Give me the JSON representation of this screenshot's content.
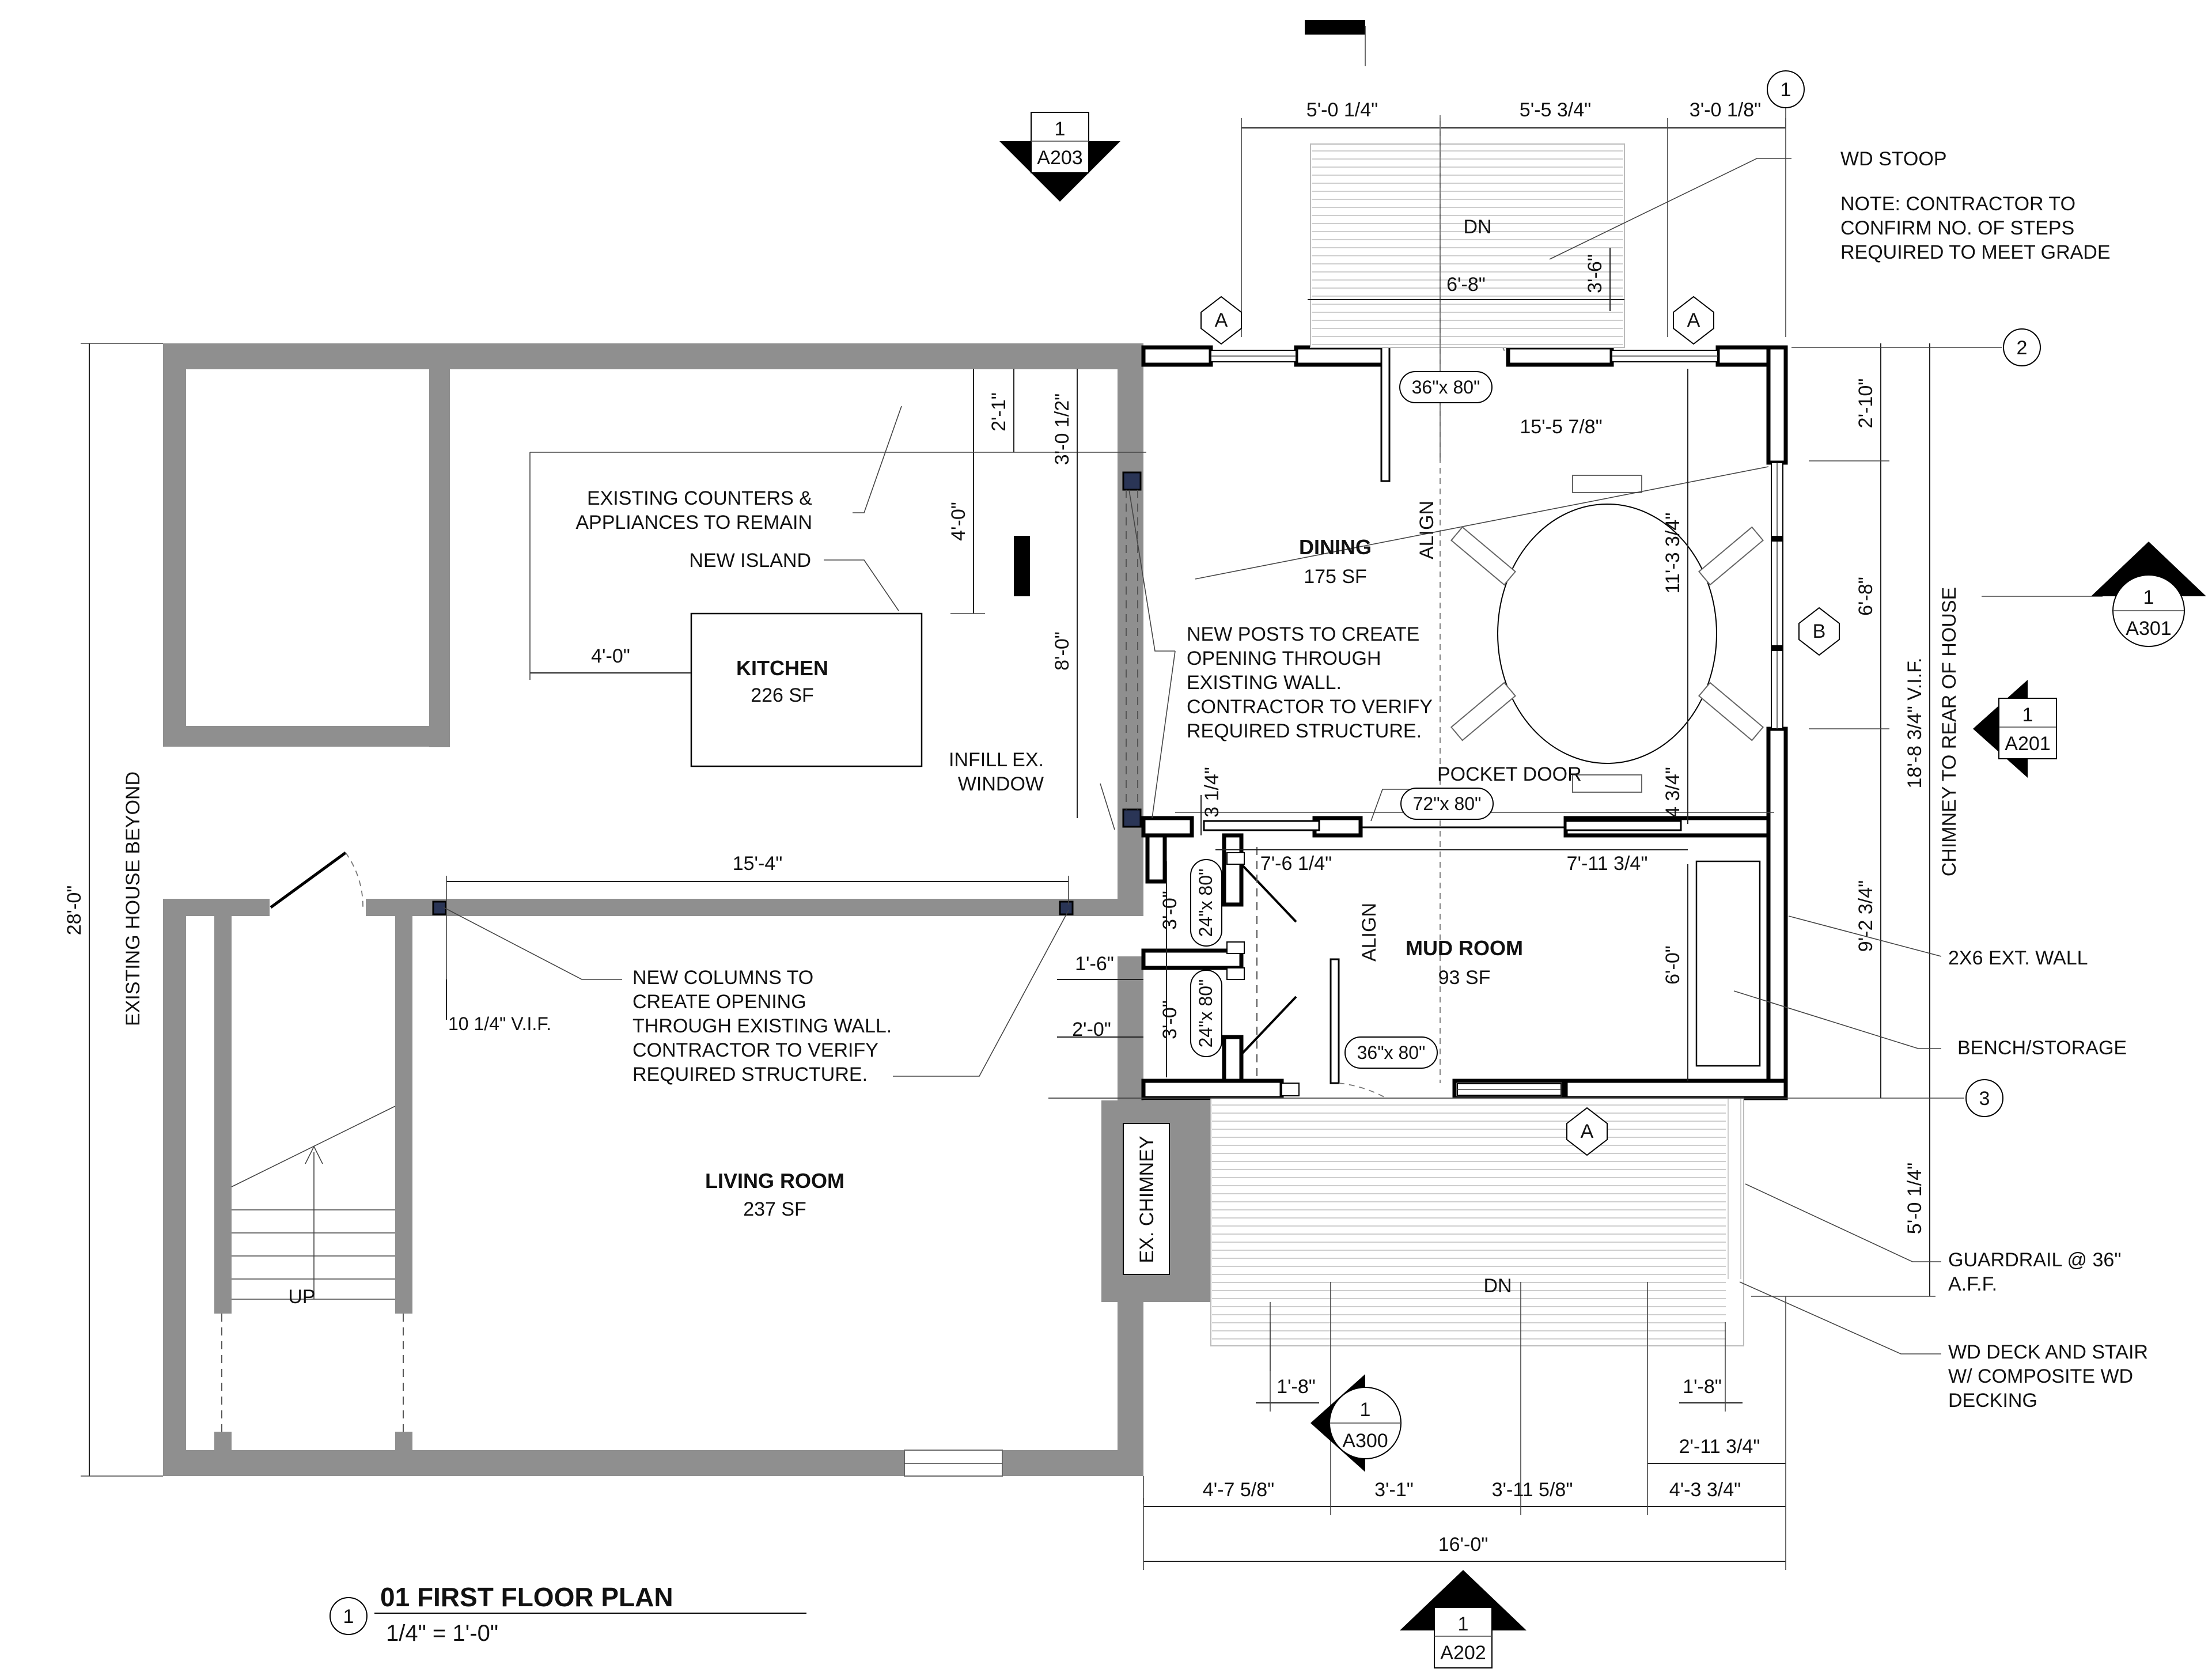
{
  "title": {
    "number": "1",
    "text": "01 FIRST FLOOR PLAN",
    "scale": "1/4\" = 1'-0\""
  },
  "rooms": {
    "kitchen": {
      "name": "KITCHEN",
      "area": "226 SF"
    },
    "dining": {
      "name": "DINING",
      "area": "175 SF"
    },
    "mud_room": {
      "name": "MUD ROOM",
      "area": "93 SF"
    },
    "living_room": {
      "name": "LIVING ROOM",
      "area": "237 SF"
    }
  },
  "notes": {
    "wd_stoop": "WD STOOP",
    "contractor_note": [
      "NOTE: CONTRACTOR TO",
      "CONFIRM NO. OF STEPS",
      "REQUIRED TO MEET GRADE"
    ],
    "existing_counters": [
      "EXISTING COUNTERS &",
      "APPLIANCES TO REMAIN"
    ],
    "new_island": "NEW ISLAND",
    "new_posts": [
      "NEW POSTS TO CREATE",
      "OPENING THROUGH",
      "EXISTING WALL.",
      "CONTRACTOR TO VERIFY",
      "REQUIRED STRUCTURE."
    ],
    "infill_window": [
      "INFILL EX.",
      "WINDOW"
    ],
    "pocket_door": "POCKET DOOR",
    "new_columns": [
      "NEW COLUMNS TO",
      "CREATE OPENING",
      "THROUGH EXISTING WALL.",
      "CONTRACTOR TO VERIFY",
      "REQUIRED STRUCTURE."
    ],
    "ext_wall": "2X6 EXT. WALL",
    "bench": "BENCH/STORAGE",
    "guardrail": [
      "GUARDRAIL @ 36\"",
      "A.F.F."
    ],
    "deck": [
      "WD DECK AND STAIR",
      "W/ COMPOSITE WD",
      "DECKING"
    ],
    "existing_house": "EXISTING HOUSE BEYOND",
    "chimney_to_rear": "CHIMNEY TO REAR OF HOUSE",
    "ex_chimney": "EX. CHIMNEY",
    "align": "ALIGN",
    "dn": "DN",
    "up": "UP",
    "vif": "10 1/4\" V.I.F."
  },
  "doors": {
    "stoop_door": "36\"x 80\"",
    "pocket": "72\"x 80\"",
    "closet_1": "24\"x 80\"",
    "closet_2": "24\"x 80\"",
    "mud_door": "36\"x 80\""
  },
  "dimensions": {
    "top_1": "5'-0 1/4\"",
    "top_2": "5'-5 3/4\"",
    "top_3": "3'-0 1/8\"",
    "stoop_w": "6'-8\"",
    "stoop_d": "3'-6\"",
    "d_2_1": "2'-1\"",
    "d_3_0_half": "3'-0 1/2\"",
    "d_4_0_v": "4'-0\"",
    "d_8_0": "8'-0\"",
    "d_4_0_h": "4'-0\"",
    "d_15_5": "15'-5 7/8\"",
    "d_11_3": "11'-3 3/4\"",
    "d_3_1q": "3 1/4\"",
    "d_4_3q": "4 3/4\"",
    "d_7_6": "7'-6 1/4\"",
    "d_7_11": "7'-11 3/4\"",
    "d_3_0a": "3'-0\"",
    "d_3_0b": "3'-0\"",
    "d_1_6": "1'-6\"",
    "d_2_0": "2'-0\"",
    "d_6_0": "6'-0\"",
    "d_15_4": "15'-4\"",
    "d_28_0": "28'-0\"",
    "r_2_10": "2'-10\"",
    "r_6_8": "6'-8\"",
    "r_9_2": "9'-2 3/4\"",
    "r_18_8": "18'-8 3/4\" V.I.F.",
    "r_5_0": "5'-0 1/4\"",
    "b_1_8a": "1'-8\"",
    "b_1_8b": "1'-8\"",
    "b_2_11": "2'-11 3/4\"",
    "b_4_7": "4'-7 5/8\"",
    "b_3_1": "3'-1\"",
    "b_3_11": "3'-11 5/8\"",
    "b_4_3": "4'-3 3/4\"",
    "b_16_0": "16'-0\""
  },
  "grid": {
    "g1": "1",
    "g2": "2",
    "g3": "3"
  },
  "tags": {
    "a1": "A",
    "a2": "A",
    "a3": "A",
    "b": "B"
  },
  "sections": {
    "s_a203": {
      "num": "1",
      "sheet": "A203"
    },
    "s_a301": {
      "num": "1",
      "sheet": "A301"
    },
    "s_a201": {
      "num": "1",
      "sheet": "A201"
    },
    "s_a300": {
      "num": "1",
      "sheet": "A300"
    },
    "s_a202": {
      "num": "1",
      "sheet": "A202"
    }
  }
}
